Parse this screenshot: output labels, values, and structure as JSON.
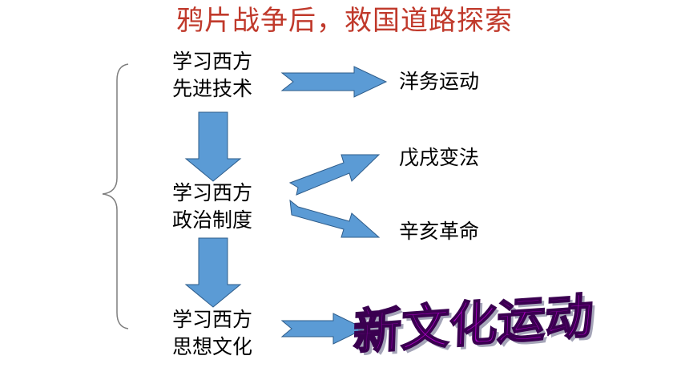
{
  "title": "鸦片战争后，救国道路探索",
  "stages": [
    {
      "line1": "学习西方",
      "line2": "先进技术"
    },
    {
      "line1": "学习西方",
      "line2": "政治制度"
    },
    {
      "line1": "学习西方",
      "line2": "思想文化"
    }
  ],
  "results": {
    "yangwu": "洋务运动",
    "wuxu": "戊戌变法",
    "xinhai": "辛亥革命",
    "new_culture": "新文化运动"
  },
  "colors": {
    "title": "#c0392b",
    "arrow_fill": "#5b9bd5",
    "arrow_stroke": "#2e5c8a",
    "wordart_fill": "#b000c8",
    "wordart_outline": "#3a0050"
  }
}
